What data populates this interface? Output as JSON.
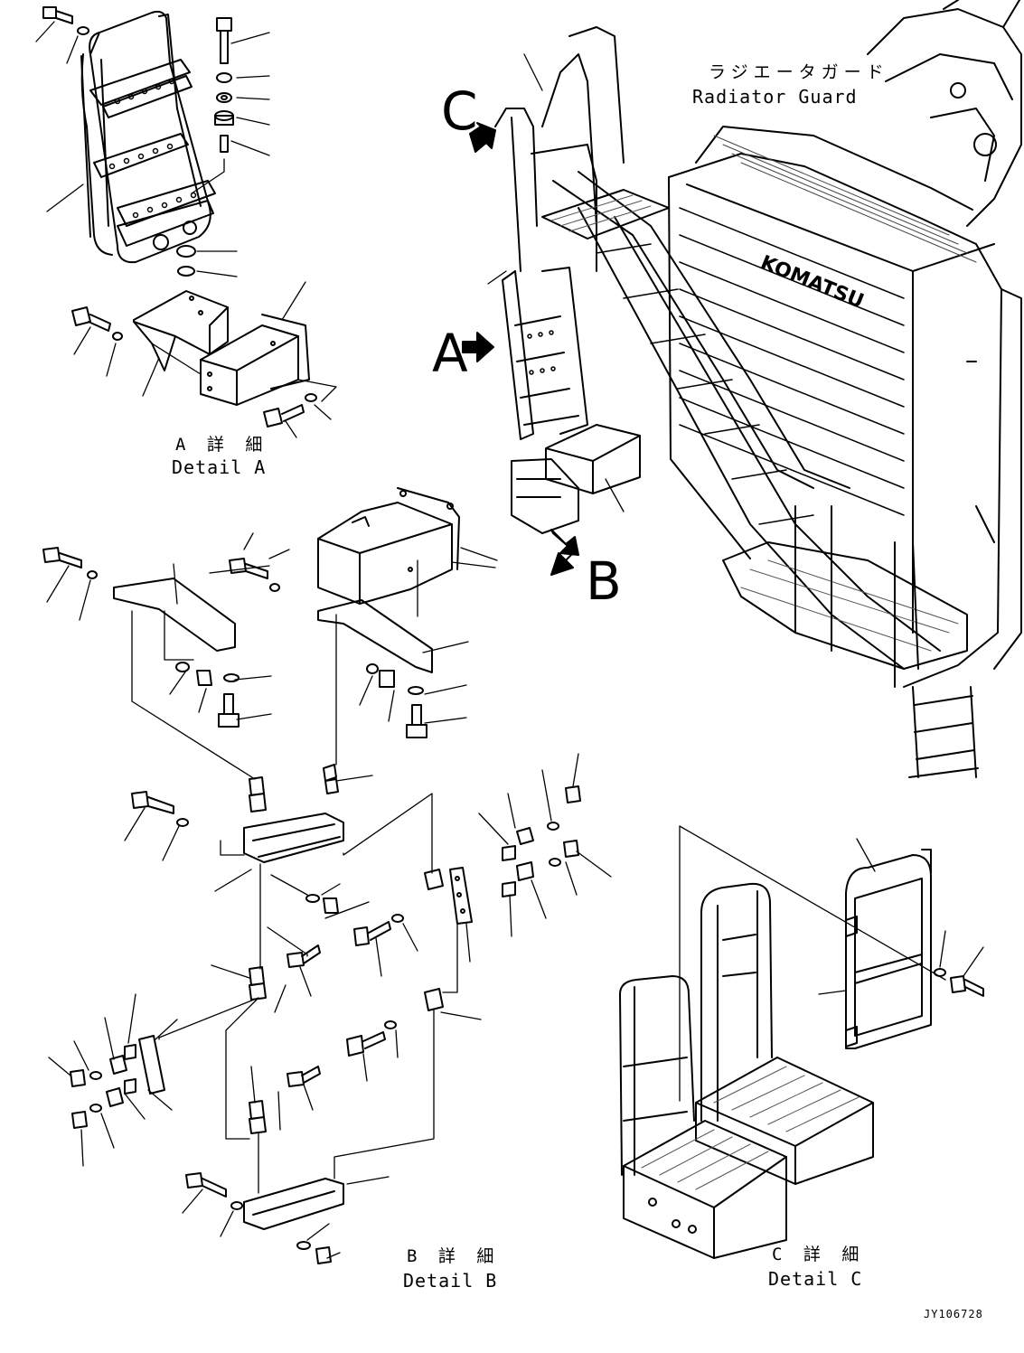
{
  "labels": {
    "radiator_jp": "ラジエータガード",
    "radiator_en": "Radiator Guard",
    "detail_a_jp": "A 詳 細",
    "detail_a_en": "Detail A",
    "detail_b_jp": "B 詳 細",
    "detail_b_en": "Detail B",
    "detail_c_jp": "C 詳 細",
    "detail_c_en": "Detail C",
    "callout_a": "A",
    "callout_b": "B",
    "callout_c": "C",
    "drawing_no": "JY106728"
  }
}
